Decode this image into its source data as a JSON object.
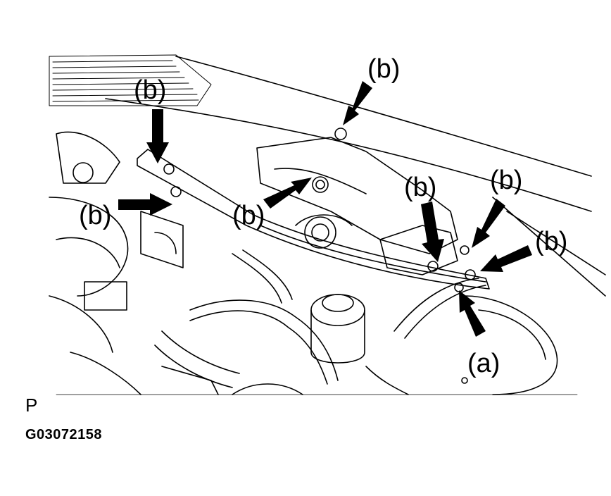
{
  "callouts": {
    "b_top": "(b)",
    "b_top_left": "(b)",
    "b_left": "(b)",
    "b_center": "(b)",
    "b_right_mid": "(b)",
    "b_right_upper": "(b)",
    "b_far_right": "(b)",
    "a_lower_right": "(a)"
  },
  "footer": {
    "view_letter": "P",
    "figure_code": "G03072158"
  }
}
